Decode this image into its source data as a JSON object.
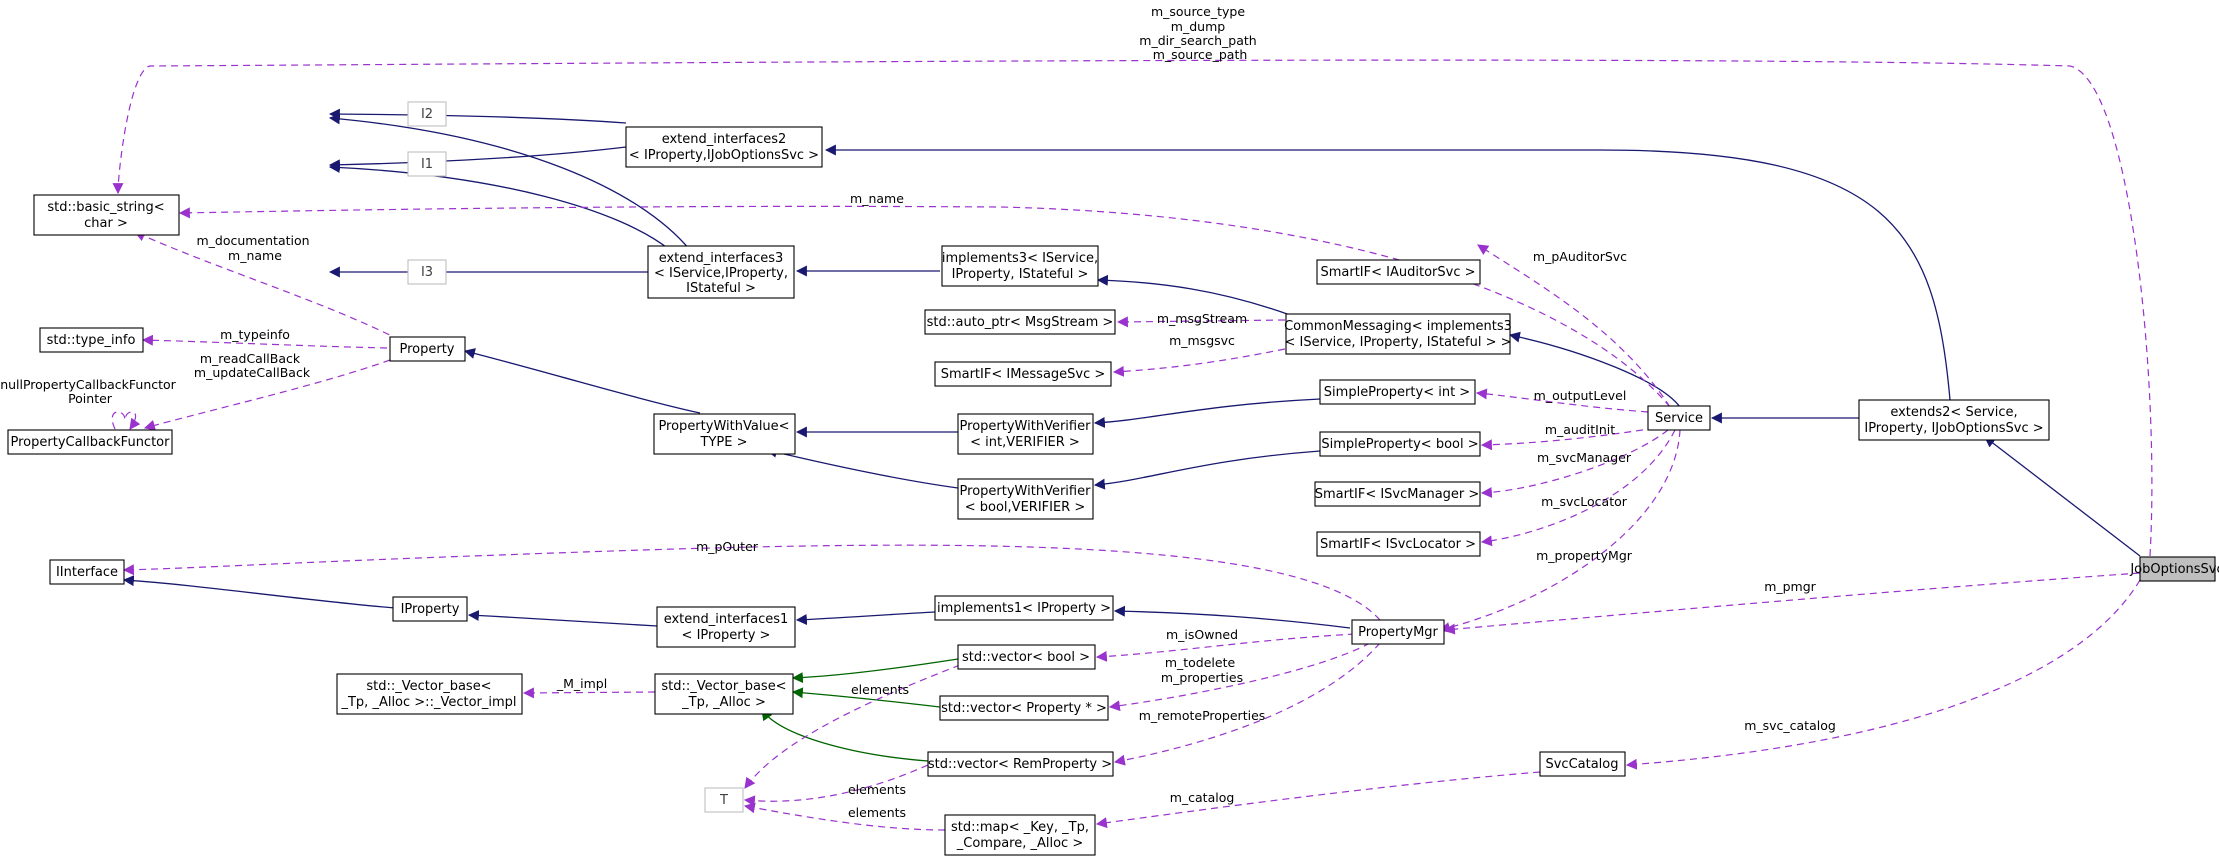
{
  "nodes": {
    "basic_string": [
      "std::basic_string<",
      "char >"
    ],
    "i2": [
      "I2"
    ],
    "i1": [
      "I1"
    ],
    "i3": [
      "I3"
    ],
    "extend_interfaces2": [
      "extend_interfaces2",
      "< IProperty,IJobOptionsSvc >"
    ],
    "extend_interfaces3": [
      "extend_interfaces3",
      "< IService,IProperty,",
      "IStateful >"
    ],
    "implements3": [
      "implements3< IService,",
      "IProperty, IStateful >"
    ],
    "type_info": [
      "std::type_info"
    ],
    "property": [
      "Property"
    ],
    "callback": [
      "PropertyCallbackFunctor"
    ],
    "auto_ptr": [
      "std::auto_ptr< MsgStream >"
    ],
    "smartif_msg": [
      "SmartIF< IMessageSvc >"
    ],
    "smartif_auditor": [
      "SmartIF< IAuditorSvc >"
    ],
    "common_messaging": [
      "CommonMessaging< implements3",
      "< IService, IProperty, IStateful > >"
    ],
    "simple_int": [
      "SimpleProperty< int >"
    ],
    "simple_bool": [
      "SimpleProperty< bool >"
    ],
    "smartif_svcmgr": [
      "SmartIF< ISvcManager >"
    ],
    "smartif_svcloc": [
      "SmartIF< ISvcLocator >"
    ],
    "pwv": [
      "PropertyWithValue<",
      "TYPE >"
    ],
    "pwverifier_int": [
      "PropertyWithVerifier",
      "< int,VERIFIER >"
    ],
    "pwverifier_bool": [
      "PropertyWithVerifier",
      "< bool,VERIFIER >"
    ],
    "service": [
      "Service"
    ],
    "extends2": [
      "extends2< Service,",
      "IProperty, IJobOptionsSvc >"
    ],
    "iinterface": [
      "IInterface"
    ],
    "iproperty": [
      "IProperty"
    ],
    "extend_interfaces1": [
      "extend_interfaces1",
      "< IProperty >"
    ],
    "implements1": [
      "implements1< IProperty >"
    ],
    "property_mgr": [
      "PropertyMgr"
    ],
    "job_options_svc": [
      "JobOptionsSvc"
    ],
    "vector_base_impl": [
      "std::_Vector_base<",
      "_Tp, _Alloc >::_Vector_impl"
    ],
    "vector_base": [
      "std::_Vector_base<",
      "_Tp, _Alloc >"
    ],
    "vector_bool": [
      "std::vector< bool >"
    ],
    "vector_property": [
      "std::vector< Property * >"
    ],
    "vector_remproperty": [
      "std::vector< RemProperty >"
    ],
    "t": [
      "T"
    ],
    "svc_catalog": [
      "SvcCatalog"
    ],
    "std_map": [
      "std::map< _Key, _Tp,",
      "_Compare, _Alloc >"
    ]
  },
  "edge_labels": {
    "source_type": [
      "m_source_type",
      "m_dump",
      "m_dir_search_path",
      "m_source_path"
    ],
    "name": [
      "m_name"
    ],
    "doc_name": [
      "m_documentation",
      "m_name"
    ],
    "typeinfo": [
      "m_typeinfo"
    ],
    "callbacks": [
      "m_readCallBack",
      "m_updateCallBack"
    ],
    "null_callback": [
      "nullPropertyCallbackFunctor",
      "Pointer"
    ],
    "msg_stream": [
      "m_msgStream"
    ],
    "msgsvc": [
      "m_msgsvc"
    ],
    "auditor_svc": [
      "m_pAuditorSvc"
    ],
    "output_level": [
      "m_outputLevel"
    ],
    "audit_init": [
      "m_auditInit"
    ],
    "svc_manager": [
      "m_svcManager"
    ],
    "svc_locator": [
      "m_svcLocator"
    ],
    "property_mgr": [
      "m_propertyMgr"
    ],
    "p_outer": [
      "m_pOuter"
    ],
    "pmgr": [
      "m_pmgr"
    ],
    "is_owned": [
      "m_isOwned"
    ],
    "todelete": [
      "m_todelete",
      "m_properties"
    ],
    "remote_properties": [
      "m_remoteProperties"
    ],
    "m_impl": [
      "_M_impl"
    ],
    "elements_1": [
      "elements"
    ],
    "elements_2": [
      "elements"
    ],
    "elements_3": [
      "elements"
    ],
    "svc_catalog": [
      "m_svc_catalog"
    ],
    "catalog": [
      "m_catalog"
    ]
  },
  "colors": {
    "inheritance": "#191970",
    "usage": "#9a32cd",
    "template": "#006400",
    "selected_fill": "#bfbfbf"
  }
}
